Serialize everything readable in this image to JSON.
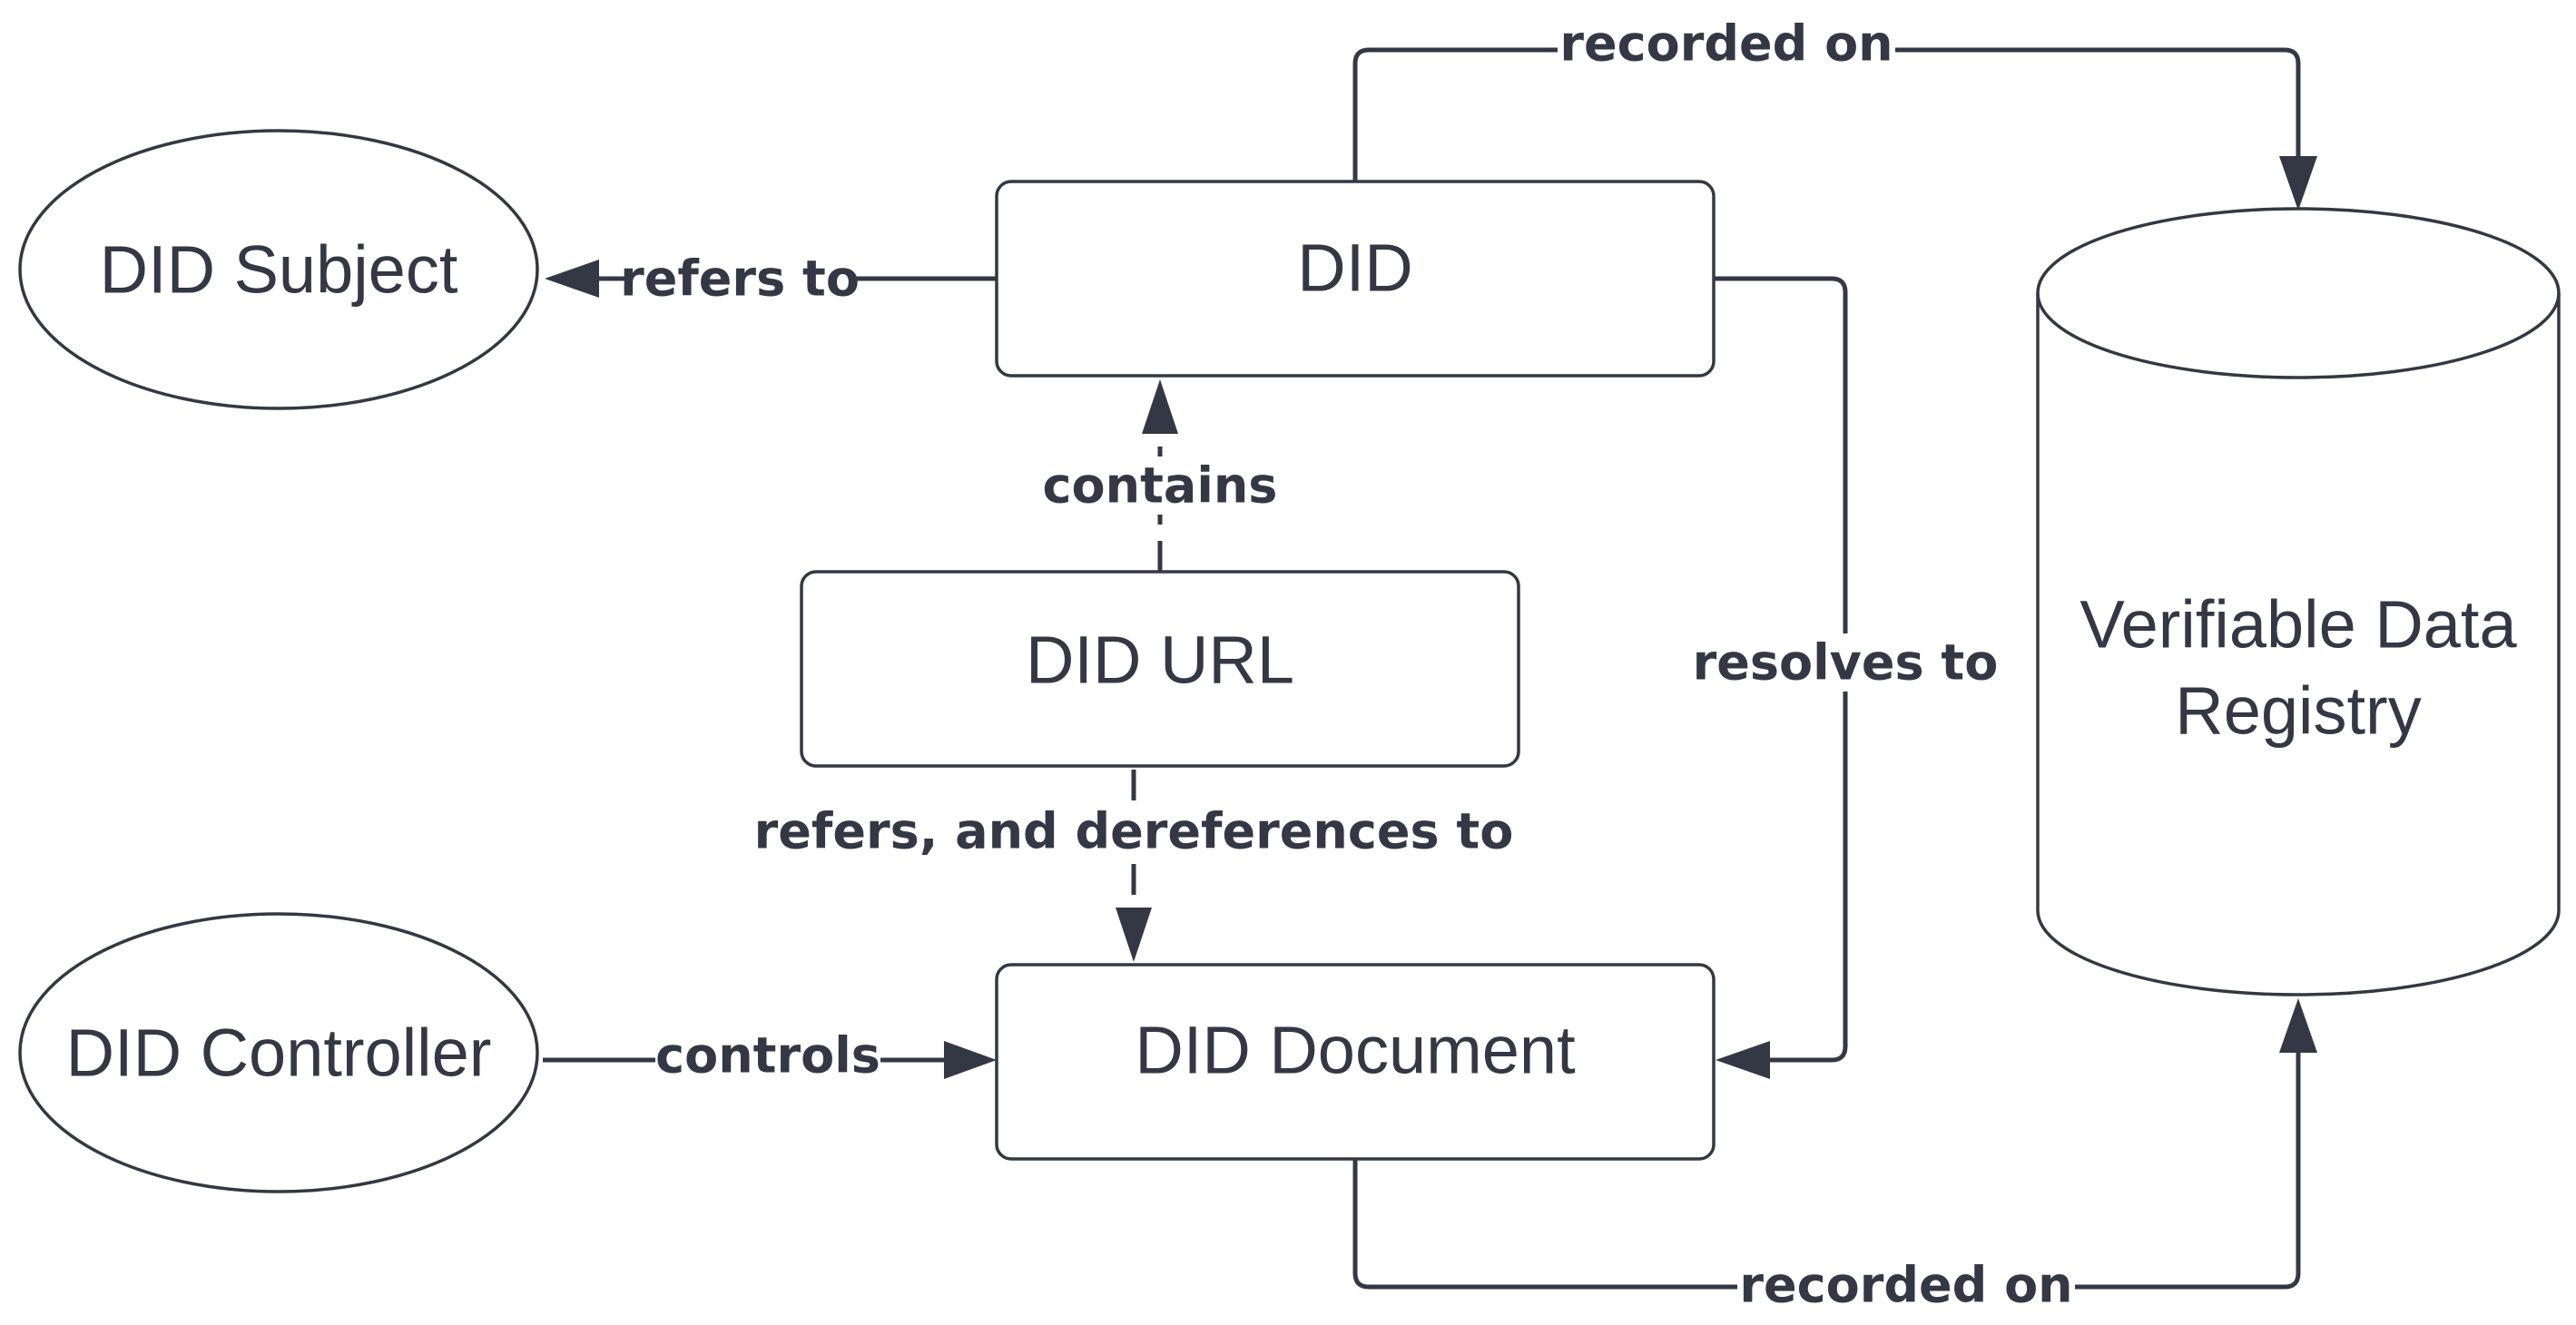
{
  "diagram": {
    "nodes": {
      "did_subject": "DID Subject",
      "did": "DID",
      "did_url": "DID URL",
      "did_controller": "DID Controller",
      "did_document": "DID Document",
      "registry_line1": "Verifiable Data",
      "registry_line2": "Registry"
    },
    "edges": {
      "refers_to": "refers to",
      "contains": "contains",
      "refers_and_dereferences_to": "refers, and dereferences to",
      "controls": "controls",
      "resolves_to": "resolves to",
      "recorded_on_top": "recorded on",
      "recorded_on_bottom": "recorded on"
    },
    "colors": {
      "stroke": "#333844",
      "fill": "#ffffff"
    }
  }
}
